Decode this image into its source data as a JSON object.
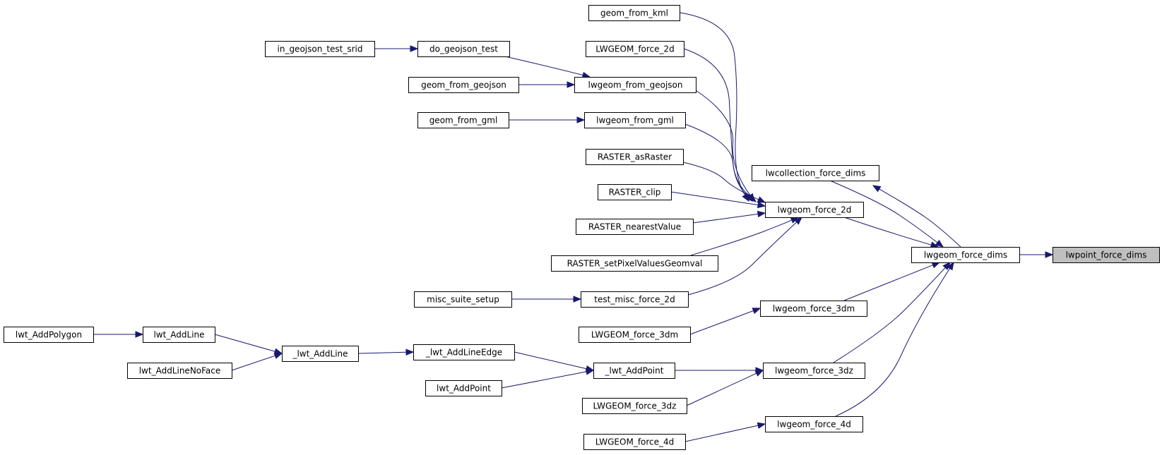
{
  "diagram": {
    "type": "call-graph",
    "colors": {
      "edge": "#191970",
      "root_fill": "#bfbfbf",
      "node_fill": "#ffffff",
      "border": "#000000"
    },
    "nodes": [
      {
        "id": "lwpoint_force_dims",
        "label": "lwpoint_force_dims",
        "root": true
      },
      {
        "id": "lwgeom_force_dims",
        "label": "lwgeom_force_dims"
      },
      {
        "id": "lwcollection_force_dims",
        "label": "lwcollection_force_dims"
      },
      {
        "id": "lwgeom_force_2d",
        "label": "lwgeom_force_2d"
      },
      {
        "id": "geom_from_kml",
        "label": "geom_from_kml"
      },
      {
        "id": "LWGEOM_force_2d",
        "label": "LWGEOM_force_2d"
      },
      {
        "id": "lwgeom_from_geojson",
        "label": "lwgeom_from_geojson"
      },
      {
        "id": "lwgeom_from_gml",
        "label": "lwgeom_from_gml"
      },
      {
        "id": "RASTER_asRaster",
        "label": "RASTER_asRaster"
      },
      {
        "id": "RASTER_clip",
        "label": "RASTER_clip"
      },
      {
        "id": "RASTER_nearestValue",
        "label": "RASTER_nearestValue"
      },
      {
        "id": "RASTER_setPixelValuesGeomval",
        "label": "RASTER_setPixelValuesGeomval"
      },
      {
        "id": "test_misc_force_2d",
        "label": "test_misc_force_2d"
      },
      {
        "id": "do_geojson_test",
        "label": "do_geojson_test"
      },
      {
        "id": "in_geojson_test_srid",
        "label": "in_geojson_test_srid"
      },
      {
        "id": "geom_from_geojson",
        "label": "geom_from_geojson"
      },
      {
        "id": "geom_from_gml",
        "label": "geom_from_gml"
      },
      {
        "id": "misc_suite_setup",
        "label": "misc_suite_setup"
      },
      {
        "id": "lwgeom_force_3dm",
        "label": "lwgeom_force_3dm"
      },
      {
        "id": "LWGEOM_force_3dm",
        "label": "LWGEOM_force_3dm"
      },
      {
        "id": "lwgeom_force_3dz",
        "label": "lwgeom_force_3dz"
      },
      {
        "id": "_lwt_AddPoint",
        "label": "_lwt_AddPoint"
      },
      {
        "id": "LWGEOM_force_3dz",
        "label": "LWGEOM_force_3dz"
      },
      {
        "id": "_lwt_AddLineEdge",
        "label": "_lwt_AddLineEdge"
      },
      {
        "id": "lwt_AddPoint",
        "label": "lwt_AddPoint"
      },
      {
        "id": "_lwt_AddLine",
        "label": "_lwt_AddLine"
      },
      {
        "id": "lwt_AddLine",
        "label": "lwt_AddLine"
      },
      {
        "id": "lwt_AddLineNoFace",
        "label": "lwt_AddLineNoFace"
      },
      {
        "id": "lwt_AddPolygon",
        "label": "lwt_AddPolygon"
      },
      {
        "id": "lwgeom_force_4d",
        "label": "lwgeom_force_4d"
      },
      {
        "id": "LWGEOM_force_4d",
        "label": "LWGEOM_force_4d"
      }
    ],
    "edges": [
      {
        "from": "lwgeom_force_dims",
        "to": "lwpoint_force_dims"
      },
      {
        "from": "lwcollection_force_dims",
        "to": "lwgeom_force_dims"
      },
      {
        "from": "lwgeom_force_dims",
        "to": "lwcollection_force_dims"
      },
      {
        "from": "lwgeom_force_2d",
        "to": "lwgeom_force_dims"
      },
      {
        "from": "lwgeom_force_3dm",
        "to": "lwgeom_force_dims"
      },
      {
        "from": "lwgeom_force_3dz",
        "to": "lwgeom_force_dims"
      },
      {
        "from": "lwgeom_force_4d",
        "to": "lwgeom_force_dims"
      },
      {
        "from": "geom_from_kml",
        "to": "lwgeom_force_2d"
      },
      {
        "from": "LWGEOM_force_2d",
        "to": "lwgeom_force_2d"
      },
      {
        "from": "lwgeom_from_geojson",
        "to": "lwgeom_force_2d"
      },
      {
        "from": "lwgeom_from_gml",
        "to": "lwgeom_force_2d"
      },
      {
        "from": "RASTER_asRaster",
        "to": "lwgeom_force_2d"
      },
      {
        "from": "RASTER_clip",
        "to": "lwgeom_force_2d"
      },
      {
        "from": "RASTER_nearestValue",
        "to": "lwgeom_force_2d"
      },
      {
        "from": "RASTER_setPixelValuesGeomval",
        "to": "lwgeom_force_2d"
      },
      {
        "from": "test_misc_force_2d",
        "to": "lwgeom_force_2d"
      },
      {
        "from": "do_geojson_test",
        "to": "lwgeom_from_geojson"
      },
      {
        "from": "geom_from_geojson",
        "to": "lwgeom_from_geojson"
      },
      {
        "from": "in_geojson_test_srid",
        "to": "do_geojson_test"
      },
      {
        "from": "geom_from_gml",
        "to": "lwgeom_from_gml"
      },
      {
        "from": "misc_suite_setup",
        "to": "test_misc_force_2d"
      },
      {
        "from": "LWGEOM_force_3dm",
        "to": "lwgeom_force_3dm"
      },
      {
        "from": "_lwt_AddPoint",
        "to": "lwgeom_force_3dz"
      },
      {
        "from": "LWGEOM_force_3dz",
        "to": "lwgeom_force_3dz"
      },
      {
        "from": "_lwt_AddLineEdge",
        "to": "_lwt_AddPoint"
      },
      {
        "from": "lwt_AddPoint",
        "to": "_lwt_AddPoint"
      },
      {
        "from": "_lwt_AddLine",
        "to": "_lwt_AddLineEdge"
      },
      {
        "from": "lwt_AddLine",
        "to": "_lwt_AddLine"
      },
      {
        "from": "lwt_AddLineNoFace",
        "to": "_lwt_AddLine"
      },
      {
        "from": "lwt_AddPolygon",
        "to": "lwt_AddLine"
      },
      {
        "from": "LWGEOM_force_4d",
        "to": "lwgeom_force_4d"
      }
    ]
  }
}
